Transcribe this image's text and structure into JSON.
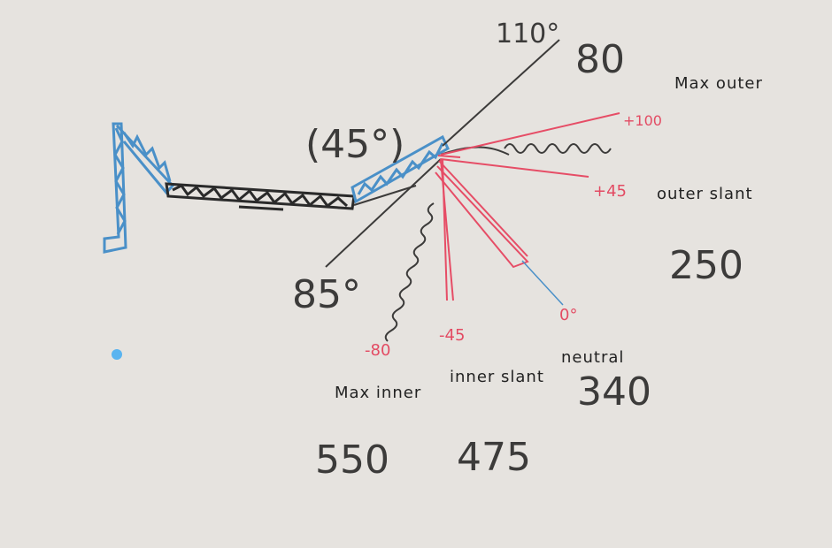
{
  "colors": {
    "paper": "#e6e3df",
    "blue_ink": "#4a90c8",
    "black_ink": "#2a2a2a",
    "red_ink": "#e64d66",
    "pencil": "#3c3b3a",
    "dot": "#5ab4f0"
  },
  "labels": {
    "angle_110": "110°",
    "angle_80": "80",
    "angle_45": "(45°)",
    "angle_85": "85°",
    "max_outer": "Max outer",
    "plus_100": "+100",
    "plus_45": "+45",
    "outer_slant": "outer slant",
    "outer_slant_value": "250",
    "minus_80": "-80",
    "minus_45": "-45",
    "zero": "0°",
    "neutral": "neutral",
    "neutral_value": "340",
    "max_inner": "Max inner",
    "max_inner_value": "550",
    "inner_slant": "inner slant",
    "inner_slant_value": "475"
  }
}
